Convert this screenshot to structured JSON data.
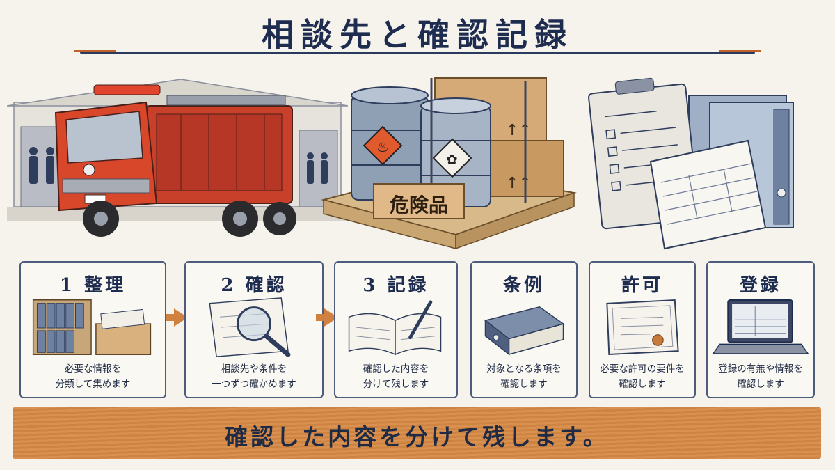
{
  "title": "相談先と確認記録",
  "hero": {
    "hazard_label": "危険品"
  },
  "steps": [
    {
      "title": "1 整理",
      "desc_line1": "必要な情報を",
      "desc_line2": "分類して集めます",
      "icon": "binders-and-box-icon"
    },
    {
      "title": "2 確認",
      "desc_line1": "相談先や条件を",
      "desc_line2": "一つずつ確かめます",
      "icon": "magnifier-document-icon"
    },
    {
      "title": "3 記録",
      "desc_line1": "確認した内容を",
      "desc_line2": "分けて残します",
      "icon": "open-notebook-pen-icon"
    },
    {
      "title": "条例",
      "desc_line1": "対象となる条項を",
      "desc_line2": "確認します",
      "icon": "ordinance-binder-icon"
    },
    {
      "title": "許可",
      "desc_line1": "必要な許可の要件を",
      "desc_line2": "確認します",
      "icon": "permit-certificate-icon"
    },
    {
      "title": "登録",
      "desc_line1": "登録の有無や情報を",
      "desc_line2": "確認します",
      "icon": "laptop-registry-icon"
    }
  ],
  "banner": {
    "text": "確認した内容を分けて残します。"
  },
  "colors": {
    "navy": "#1e2c4f",
    "accent_orange": "#d88a45",
    "truck_red": "#d9472b",
    "background": "#f6f3ec"
  }
}
